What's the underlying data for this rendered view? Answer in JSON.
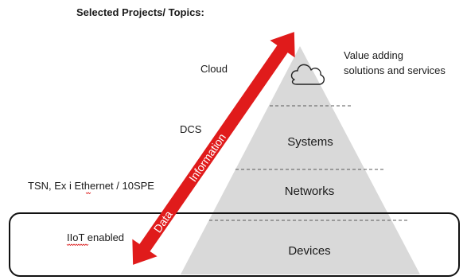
{
  "title": "Selected Projects/ Topics:",
  "pyramid": {
    "levels": [
      {
        "label": "Devices"
      },
      {
        "label": "Networks"
      },
      {
        "label": "Systems"
      },
      {
        "label": "cloud-icon"
      }
    ],
    "top_note_line1": "Value adding",
    "top_note_line2": "solutions and services",
    "fill_color": "#d9d9d9",
    "divider_color": "#595959"
  },
  "left_labels": {
    "cloud": "Cloud",
    "dcs": "DCS",
    "tsn": "TSN, Ex i Ethernet / 10SPE",
    "iiot": "IIoT enabled"
  },
  "arrow": {
    "color": "#e01b1b",
    "text_data": "Data",
    "text_information": "Information"
  },
  "highlight_box": {
    "stroke": "#111111"
  }
}
